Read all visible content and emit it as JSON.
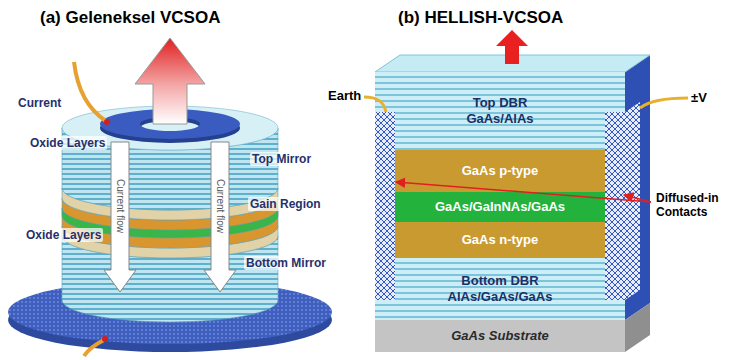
{
  "diagram": {
    "nodes": [
      {
        "text": [
          "Top DBR GaAs/AlAs"
        ]
      },
      {
        "text": [
          "GaAs p-type"
        ]
      },
      {
        "text": [
          "GaAs/GaInNAs/GaAs"
        ]
      },
      {
        "text": [
          "GaAs n-type"
        ]
      },
      {
        "text": [
          "Bottom DBR AlAs/GaAs/GaAs"
        ]
      },
      {
        "text": [
          "GaAs Substrate"
        ]
      }
    ],
    "labels": [
      "(a) Geleneksel VCSOA",
      "Current",
      "Oxide Layers",
      "Top Mirror",
      "Gain Region",
      "Oxide Layers",
      "Bottom Mirror",
      "Current flow",
      "Current flow",
      "(b) HELLISH-VCSOA",
      "Earth",
      "±V",
      "Diffused-in Contacts"
    ]
  }
}
